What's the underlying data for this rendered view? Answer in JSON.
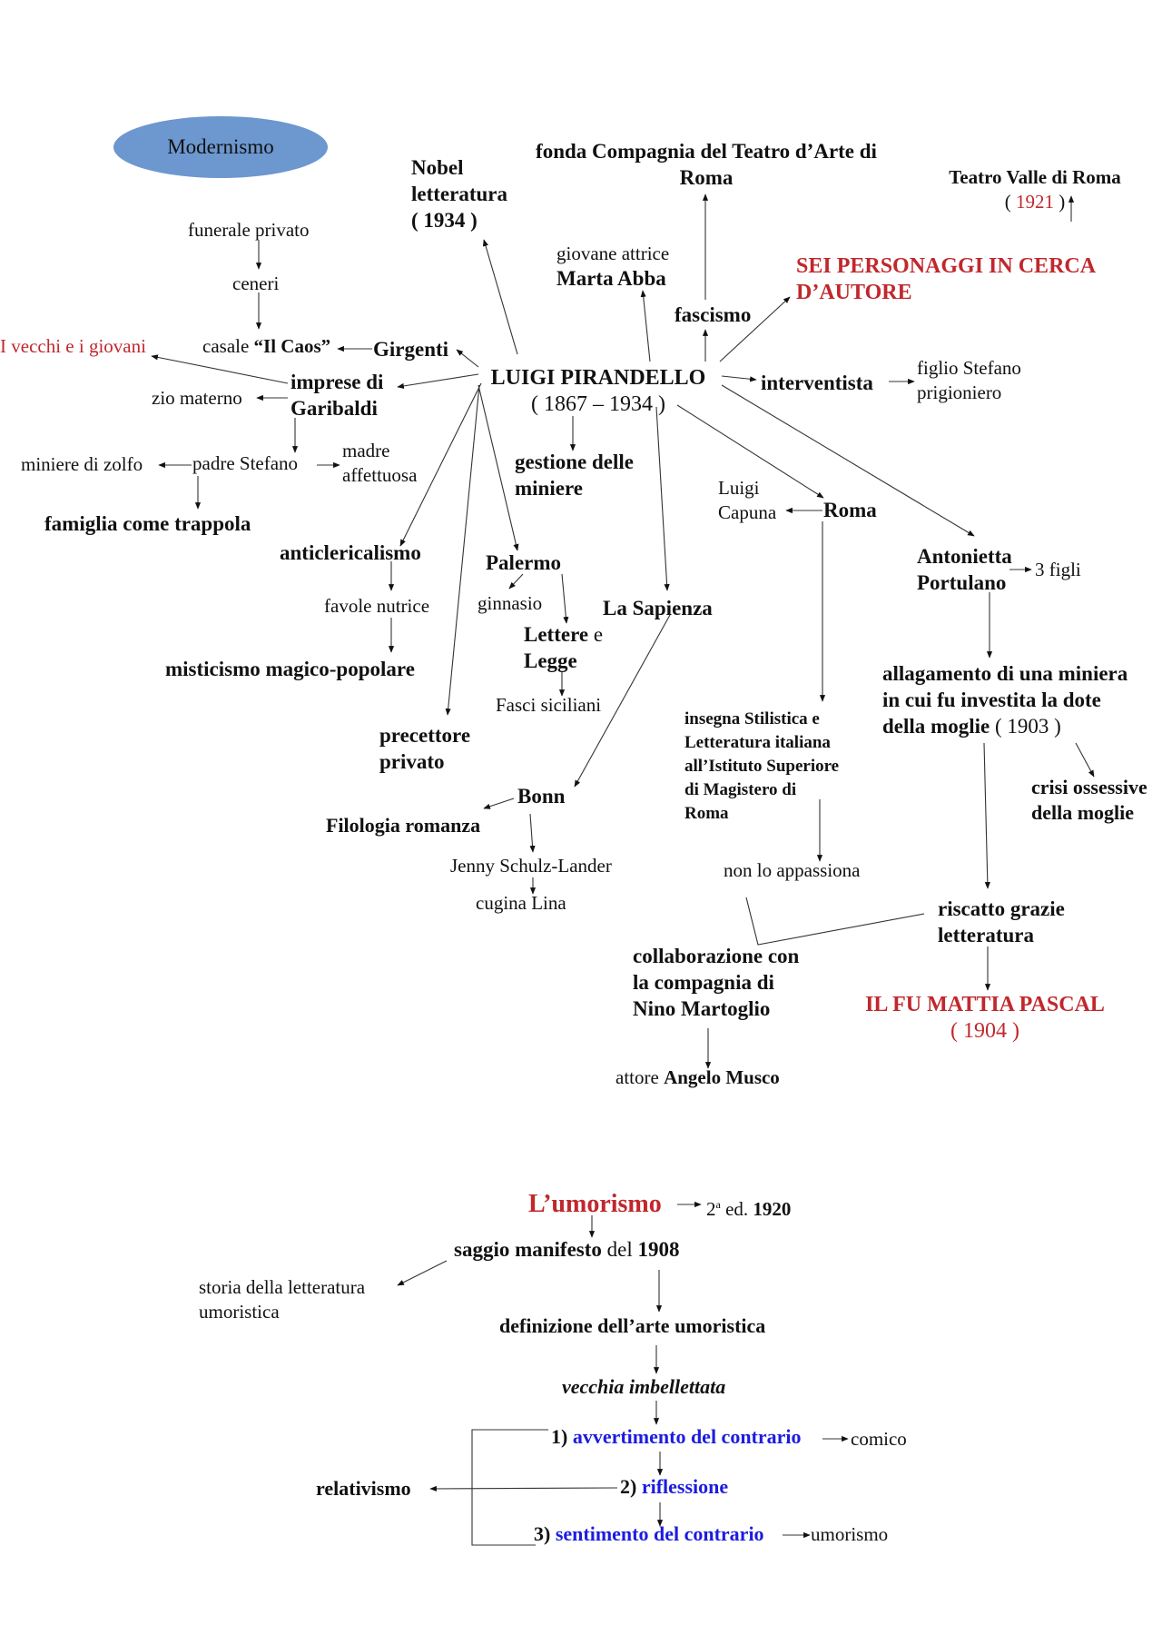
{
  "modernismo": "Modernismo",
  "center": {
    "name": "LUIGI PIRANDELLO",
    "dates": "( 1867 – 1934 )"
  },
  "nobel": {
    "l1": "Nobel",
    "l2": "letteratura",
    "year": "( 1934 )"
  },
  "compagnia_teatro": {
    "l1": "fonda Compagnia del Teatro d’Arte di",
    "l2": "Roma"
  },
  "teatro_valle": {
    "l1": "Teatro Valle di Roma",
    "year_open": "( ",
    "year": "1921",
    "year_close": " )"
  },
  "attrice": {
    "l1": "giovane attrice",
    "l2": "Marta Abba"
  },
  "sei_personaggi": {
    "l1": "SEI PERSONAGGI IN CERCA",
    "l2": "D’AUTORE"
  },
  "fascismo": "fascismo",
  "funerale": "funerale privato",
  "ceneri": "ceneri",
  "casale": {
    "prefix": "casale ",
    "name": "“Il Caos”"
  },
  "girgenti": "Girgenti",
  "vecchi_giovani": "I vecchi e i giovani",
  "imprese": {
    "l1": "imprese di",
    "l2": "Garibaldi"
  },
  "zio": "zio materno",
  "interventista": "interventista",
  "figlio": {
    "l1": "figlio Stefano",
    "l2": "prigioniero"
  },
  "padre": "padre Stefano",
  "madre": {
    "l1": "madre",
    "l2": "affettuosa"
  },
  "miniere_zolfo": "miniere di zolfo",
  "famiglia": "famiglia come trappola",
  "gestione": {
    "l1": "gestione delle",
    "l2": "miniere"
  },
  "capuana": {
    "l1": "Luigi",
    "l2": "Capuna"
  },
  "roma": "Roma",
  "anticlericalismo": "anticlericalismo",
  "favole": "favole nutrice",
  "misticismo": "misticismo magico-popolare",
  "palermo": "Palermo",
  "ginnasio": "ginnasio",
  "lettere": {
    "l1a": "Lettere",
    "l1b": " e",
    "l2": "Legge"
  },
  "sapienza": "La Sapienza",
  "antonietta": {
    "l1": "Antonietta",
    "l2": "Portulano"
  },
  "figli": "3 figli",
  "allagamento": {
    "l1": "allagamento di una miniera",
    "l2": "in cui fu investita la dote",
    "l3": "della moglie",
    "year": " ( 1903 )"
  },
  "fasci": "Fasci siciliani",
  "insegna": {
    "l1": "insegna Stilistica e",
    "l2": "Letteratura italiana",
    "l3": "all’Istituto Superiore",
    "l4": "di Magistero di",
    "l5": "Roma"
  },
  "precettore": {
    "l1": "precettore",
    "l2": "privato"
  },
  "crisi": {
    "l1": "crisi ossessive",
    "l2": "della moglie"
  },
  "bonn": "Bonn",
  "filologia": "Filologia romanza",
  "jenny": "Jenny Schulz-Lander",
  "cugina": "cugina Lina",
  "non_appassiona": "non lo appassiona",
  "riscatto": {
    "l1": "riscatto grazie",
    "l2": "letteratura"
  },
  "collaborazione": {
    "l1": "collaborazione con",
    "l2": "la compagnia di",
    "l3": "Nino Martoglio"
  },
  "mattia": {
    "l1": "IL FU MATTIA PASCAL",
    "l2": "( 1904 )"
  },
  "musco": {
    "prefix": "attore ",
    "name": "Angelo Musco"
  },
  "umorismo": {
    "title": "L’umorismo",
    "edition_num": "2",
    "edition_sup": "a",
    "edition_txt": " ed. ",
    "edition_year": "1920",
    "saggio_a": "saggio manifesto",
    "saggio_b": " del ",
    "saggio_year": "1908",
    "storia_l1": "storia della letteratura",
    "storia_l2": "umoristica",
    "definizione": "definizione dell’arte umoristica",
    "vecchia": "vecchia imbellettata",
    "step1_num": "1) ",
    "step1": "avvertimento del contrario",
    "comico": "comico",
    "step2_num": "2) ",
    "step2": "riflessione",
    "relativismo": "relativismo",
    "step3_num": "3) ",
    "step3": "sentimento del contrario",
    "umorismo_end": "umorismo"
  }
}
